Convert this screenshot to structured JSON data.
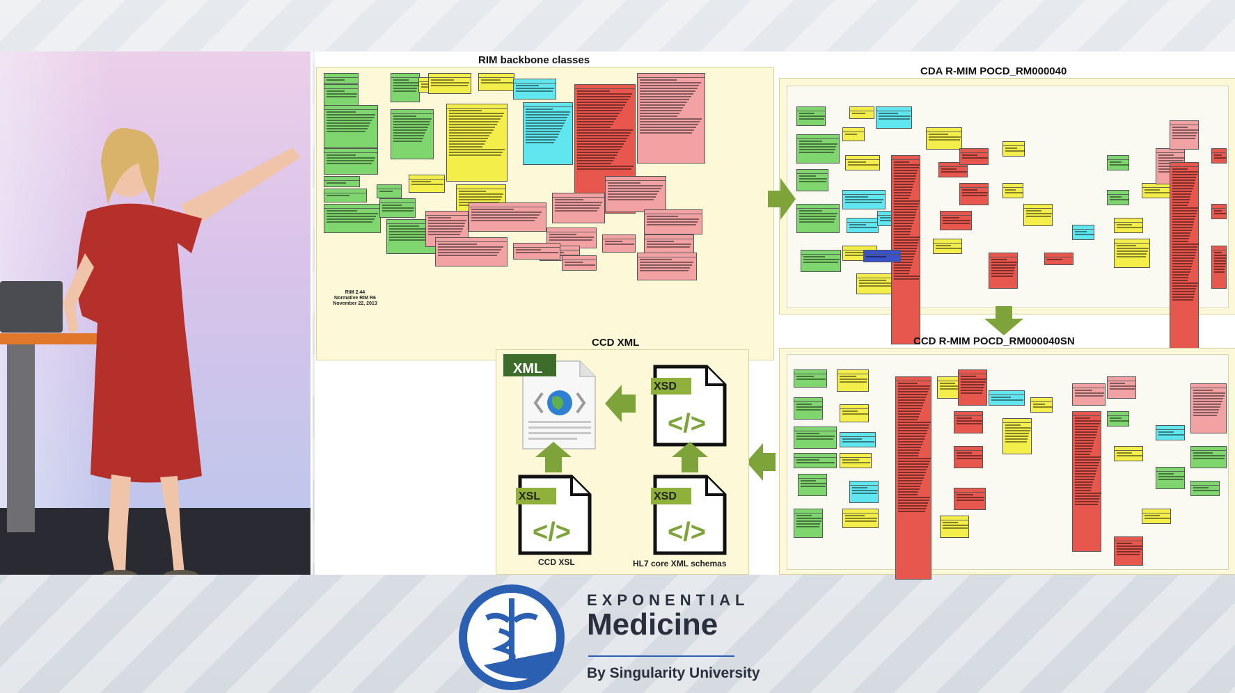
{
  "slide": {
    "rim_title": "RIM backbone classes",
    "cda_title": "CDA R-MIM POCD_RM000040",
    "ccd_title": "CCD R-MIM POCD_RM000040SN",
    "ccdxml_title": "CCD XML",
    "rim_caption": [
      "RIM 2.44",
      "Normative RIM R6",
      "November 22, 2013"
    ],
    "xml_badge": "XML",
    "xsd_badge_1": "XSD",
    "xsd_badge_2": "XSD",
    "xsl_badge": "XSL",
    "ccd_xsl_label": "CCD XSL",
    "hl7_label": "HL7 core XML schemas"
  },
  "footer": {
    "brand_top": "EXPONENTIAL",
    "brand_main": "Medicine",
    "brand_sub": "By Singularity University"
  },
  "colors": {
    "accent_green": "#7ea33a",
    "class_red": "#e8574e",
    "class_yellow": "#f3ee4a",
    "class_green": "#7fd66f",
    "class_cyan": "#5fe6ef",
    "class_pink": "#f2a2a2",
    "brand_blue": "#2b5fb2"
  },
  "icons": [
    "xml-file-icon",
    "globe-icon",
    "xsd-file-icon",
    "xsl-file-icon",
    "code-brackets-icon",
    "caduceus-logo-icon",
    "green-arrow-icon"
  ]
}
